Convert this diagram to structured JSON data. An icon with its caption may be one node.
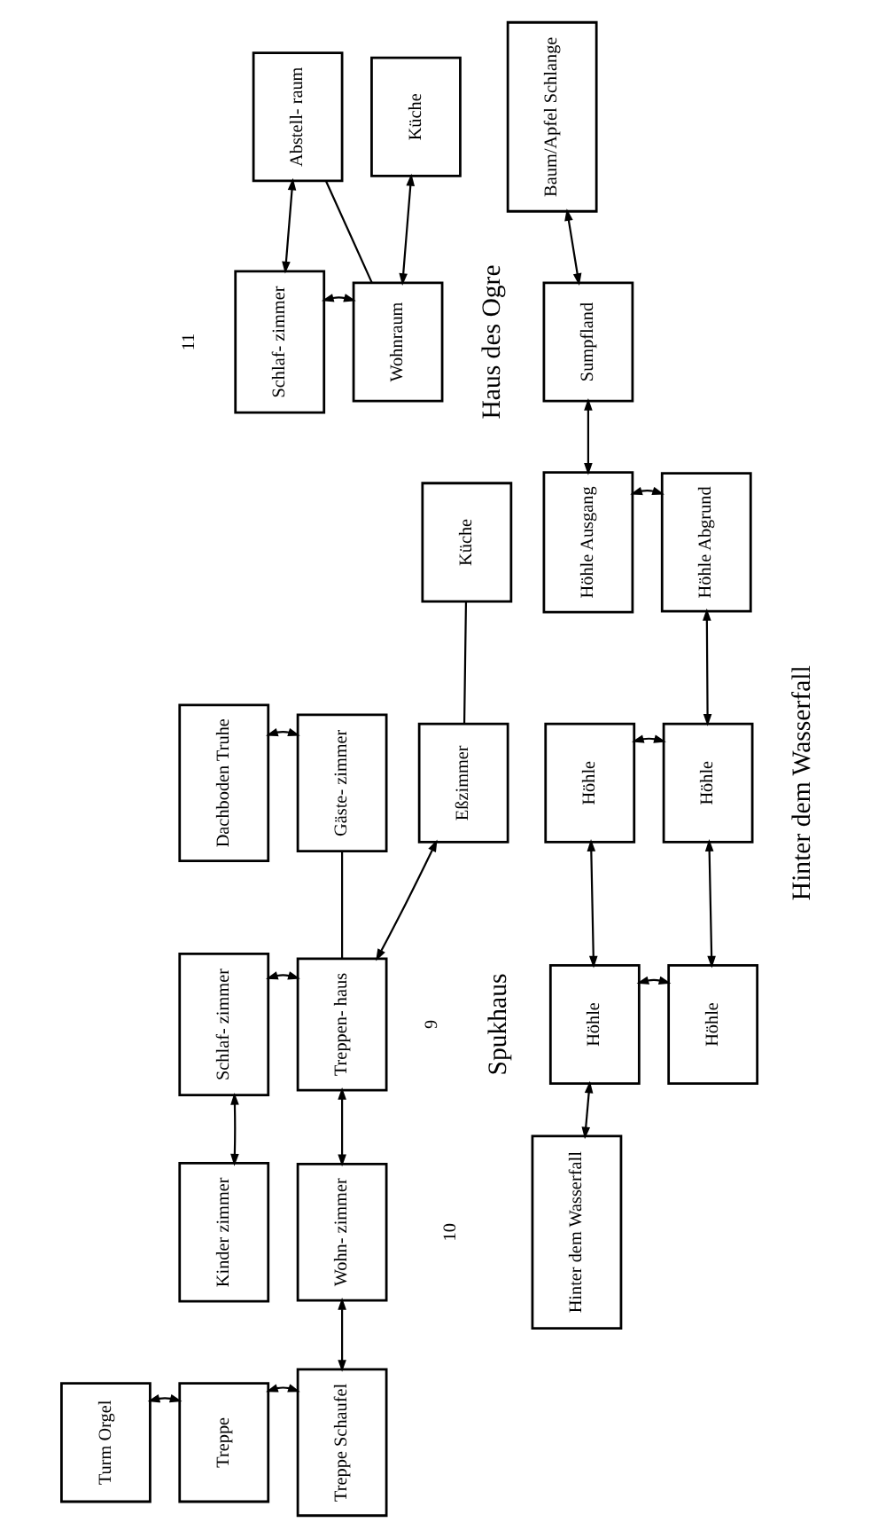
{
  "diagram": {
    "nodes": [
      {
        "text": [
          "Turm Orgel"
        ]
      },
      {
        "text": [
          "Treppe"
        ]
      },
      {
        "text": [
          "Treppe Schaufel"
        ]
      },
      {
        "text": [
          "Kinder zimmer"
        ]
      },
      {
        "text": [
          "Wohn- zimmer"
        ]
      },
      {
        "text": [
          "Schlaf- zimmer"
        ]
      },
      {
        "text": [
          "Treppen- haus"
        ]
      },
      {
        "text": [
          "Dachboden Truhe"
        ]
      },
      {
        "text": [
          "Gäste- zimmer"
        ]
      },
      {
        "text": [
          "Eßzimmer"
        ]
      },
      {
        "text": [
          "Küche"
        ]
      },
      {
        "text": [
          "Schlaf- zimmer"
        ]
      },
      {
        "text": [
          "Wohnraum"
        ]
      },
      {
        "text": [
          "Abstell- raum"
        ]
      },
      {
        "text": [
          "Küche"
        ]
      },
      {
        "text": [
          "Hinter dem Wasserfall"
        ]
      },
      {
        "text": [
          "Höhle"
        ]
      },
      {
        "text": [
          "Höhle"
        ]
      },
      {
        "text": [
          "Höhle"
        ]
      },
      {
        "text": [
          "Höhle"
        ]
      },
      {
        "text": [
          "Höhle Ausgang"
        ]
      },
      {
        "text": [
          "Höhle Abgrund"
        ]
      },
      {
        "text": [
          "Sumpfland"
        ]
      },
      {
        "text": [
          "Baum/Apfel Schlange"
        ]
      }
    ],
    "edges": [
      {
        "from": 0,
        "to": 1,
        "arrow": "both"
      },
      {
        "from": 1,
        "to": 2,
        "arrow": "both"
      },
      {
        "from": 2,
        "to": 4,
        "arrow": "both"
      },
      {
        "from": 3,
        "to": 5,
        "arrow": "both"
      },
      {
        "from": 4,
        "to": 6,
        "arrow": "both"
      },
      {
        "from": 5,
        "to": 6,
        "arrow": "both"
      },
      {
        "from": 7,
        "to": 8,
        "arrow": "both"
      },
      {
        "from": 6,
        "to": 8,
        "arrow": "none"
      },
      {
        "from": 6,
        "to": 9,
        "arrow": "both"
      },
      {
        "from": 9,
        "to": 10,
        "arrow": "none"
      },
      {
        "from": 11,
        "to": 13,
        "arrow": "both"
      },
      {
        "from": 11,
        "to": 12,
        "arrow": "both"
      },
      {
        "from": 12,
        "to": 13,
        "arrow": "none"
      },
      {
        "from": 12,
        "to": 14,
        "arrow": "both"
      },
      {
        "from": 15,
        "to": 16,
        "arrow": "both"
      },
      {
        "from": 16,
        "to": 18,
        "arrow": "both"
      },
      {
        "from": 16,
        "to": 17,
        "arrow": "both"
      },
      {
        "from": 18,
        "to": 19,
        "arrow": "both"
      },
      {
        "from": 17,
        "to": 19,
        "arrow": "both"
      },
      {
        "from": 19,
        "to": 21,
        "arrow": "both"
      },
      {
        "from": 20,
        "to": 21,
        "arrow": "both"
      },
      {
        "from": 20,
        "to": 22,
        "arrow": "both"
      },
      {
        "from": 22,
        "to": 23,
        "arrow": "both"
      }
    ],
    "labels": [
      "9",
      "Spukhaus",
      "11",
      "Haus des Ogre",
      "10",
      "Hinter dem Wasserfall"
    ]
  }
}
